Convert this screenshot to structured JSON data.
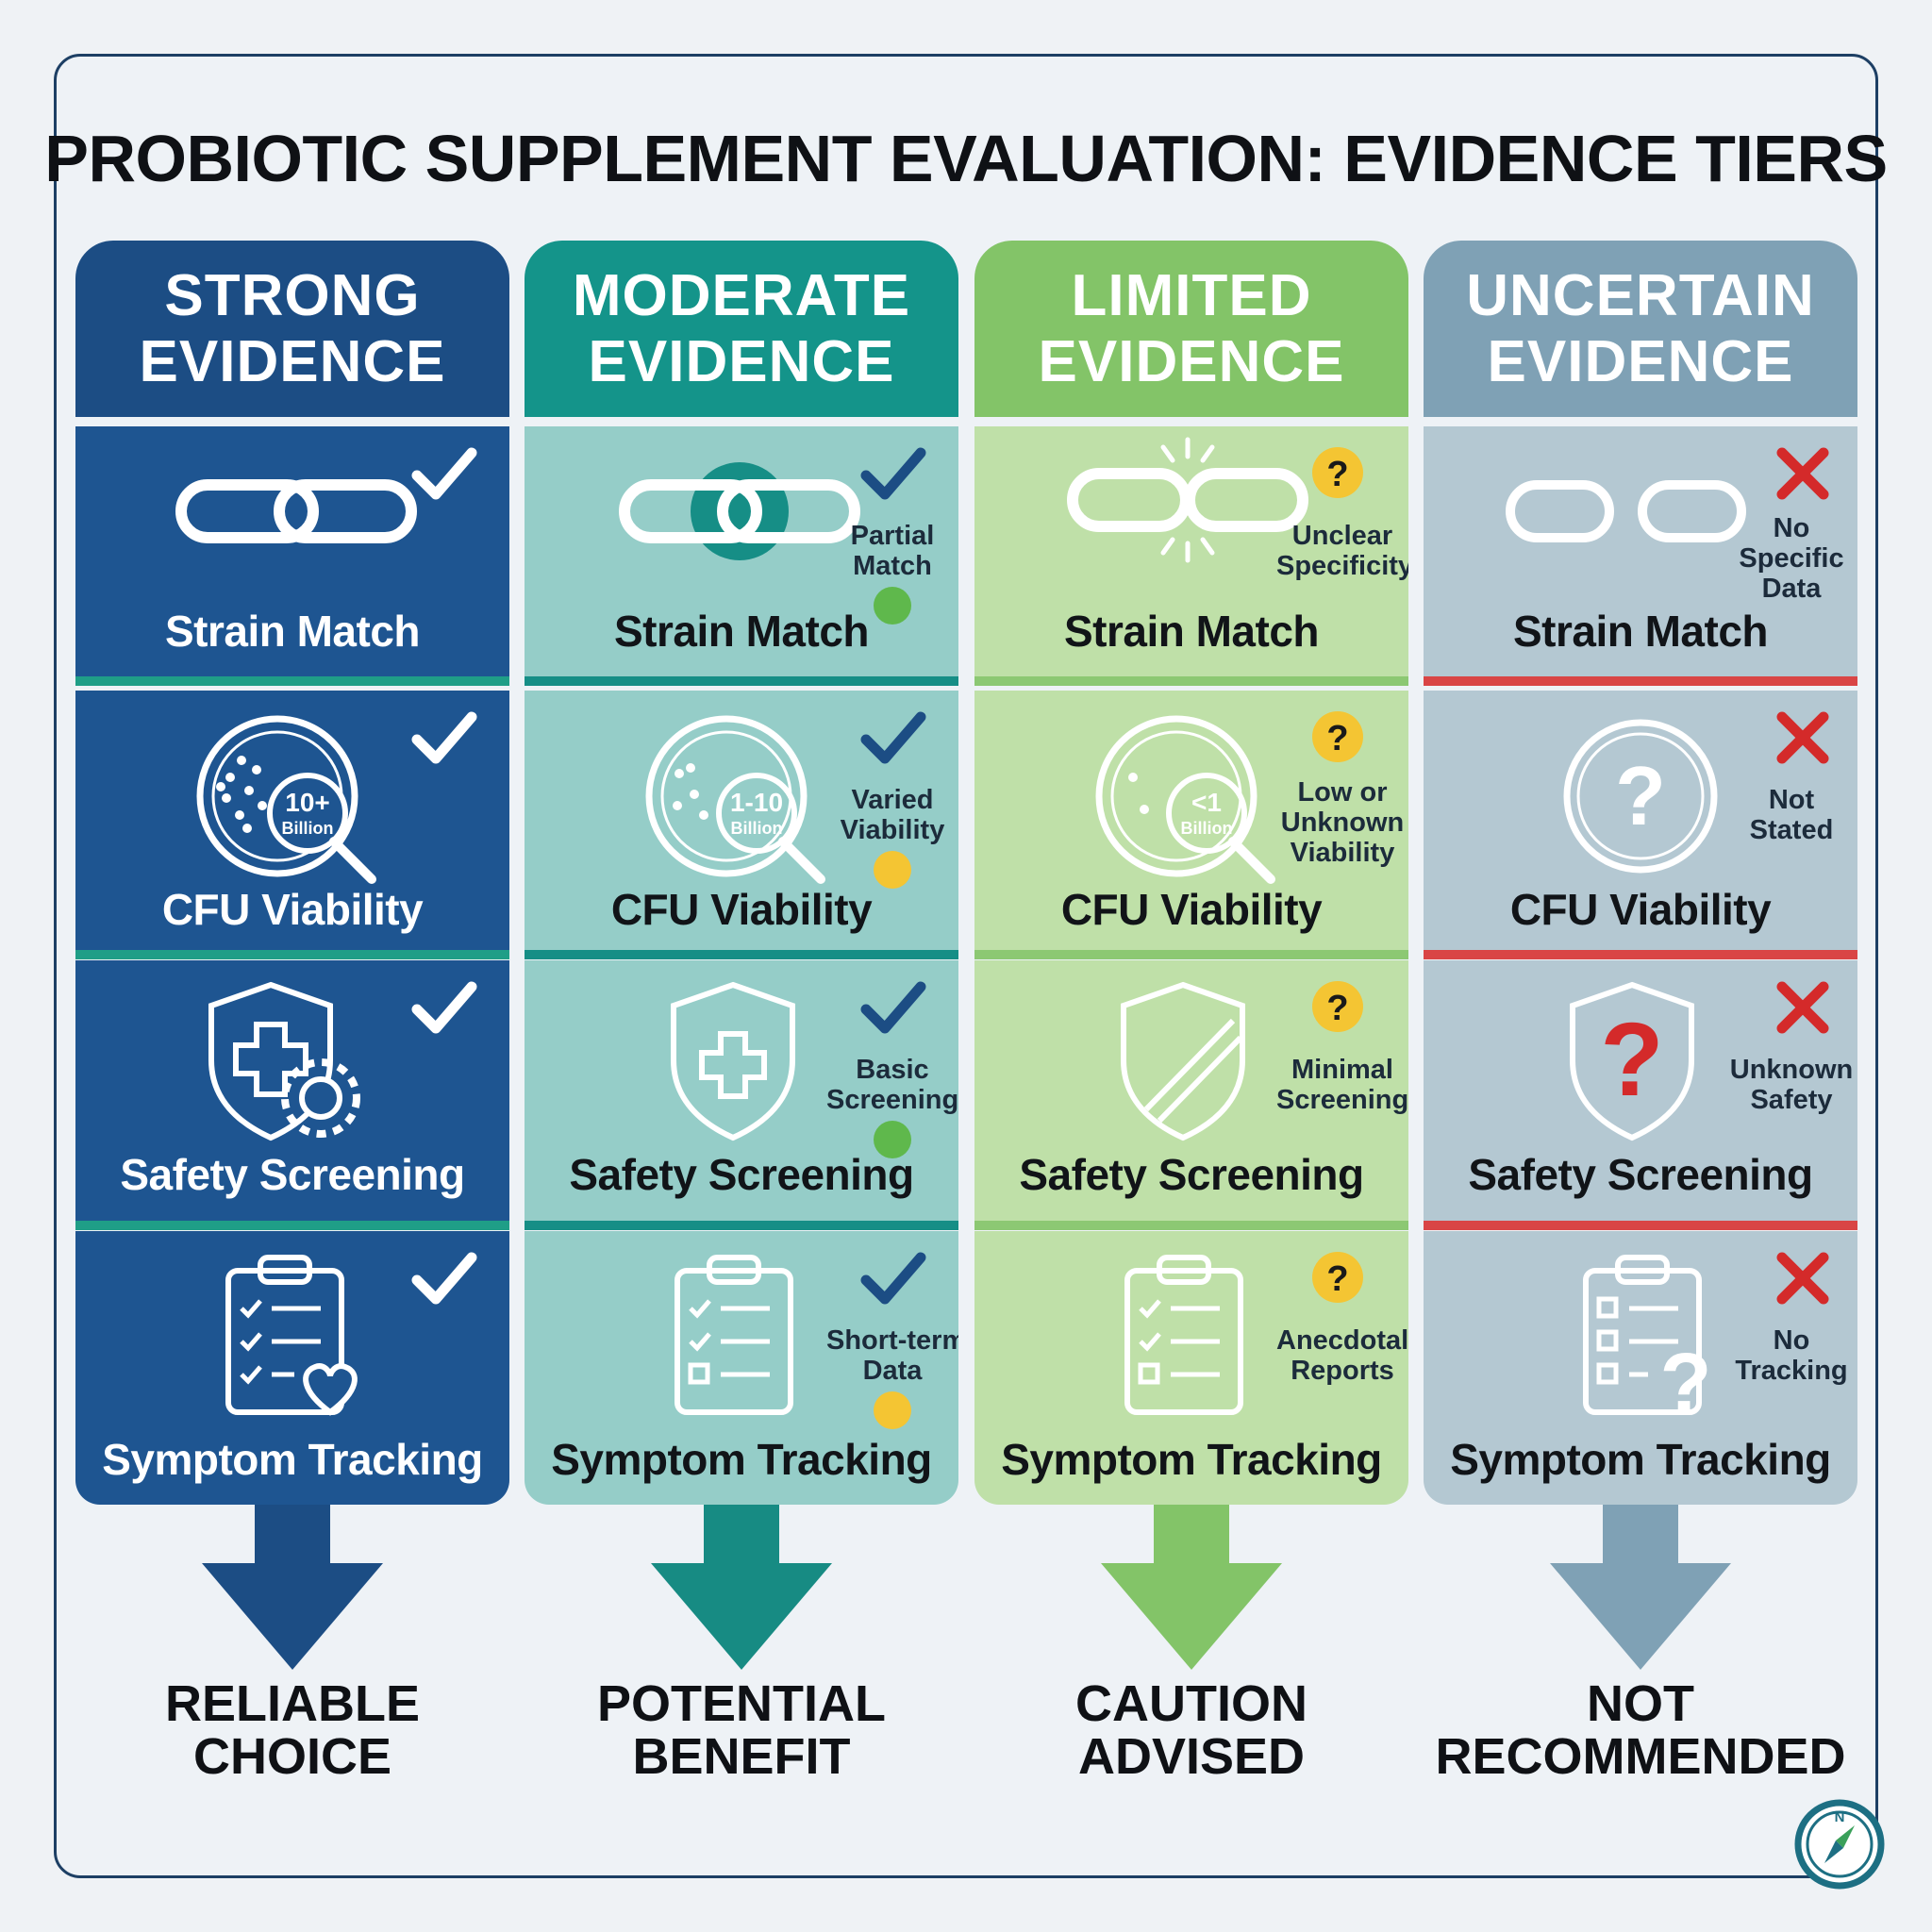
{
  "title": "PROBIOTIC SUPPLEMENT EVALUATION: EVIDENCE TIERS",
  "features": [
    "Strain Match",
    "CFU Viability",
    "Safety Screening",
    "Symptom Tracking"
  ],
  "tiers": [
    {
      "heading": [
        "STRONG",
        "EVIDENCE"
      ],
      "outcome": [
        "RELIABLE",
        "CHOICE"
      ],
      "colors": {
        "head": "#1c4d84",
        "cell": "#1e5591",
        "sep": "#1f9e87",
        "label": "#ffffff",
        "arrow": "#1c4d84"
      },
      "status": "check",
      "cfu_badge": [
        "10+",
        "Billion"
      ],
      "notes": []
    },
    {
      "heading": [
        "MODERATE",
        "EVIDENCE"
      ],
      "outcome": [
        "POTENTIAL",
        "BENEFIT"
      ],
      "colors": {
        "head": "#14948a",
        "cell": "#95cdc8",
        "sep": "#168e86",
        "label": "#111418",
        "arrow": "#178b83"
      },
      "status": "check",
      "cfu_badge": [
        "1-10",
        "Billion"
      ],
      "notes": [
        {
          "lines": [
            "Partial",
            "Match"
          ],
          "dot": "#5fb84c"
        },
        {
          "lines": [
            "Varied",
            "Viability"
          ],
          "dot": "#f4c533"
        },
        {
          "lines": [
            "Basic",
            "Screening"
          ],
          "dot": "#5fb84c"
        },
        {
          "lines": [
            "Short-term",
            "Data"
          ],
          "dot": "#f4c533"
        }
      ]
    },
    {
      "heading": [
        "LIMITED",
        "EVIDENCE"
      ],
      "outcome": [
        "CAUTION",
        "ADVISED"
      ],
      "colors": {
        "head": "#83c468",
        "cell": "#bfe0a8",
        "sep": "#8cc873",
        "label": "#111418",
        "arrow": "#83c468"
      },
      "status": "question",
      "cfu_badge": [
        "<1",
        "Billion"
      ],
      "notes": [
        {
          "lines": [
            "Unclear",
            "Specificity"
          ]
        },
        {
          "lines": [
            "Low or",
            "Unknown",
            "Viability"
          ]
        },
        {
          "lines": [
            "Minimal",
            "Screening"
          ]
        },
        {
          "lines": [
            "Anecdotal",
            "Reports"
          ]
        }
      ]
    },
    {
      "heading": [
        "UNCERTAIN",
        "EVIDENCE"
      ],
      "outcome": [
        "NOT",
        "RECOMMENDED"
      ],
      "colors": {
        "head": "#7fa1b5",
        "cell": "#b4c8d2",
        "sep": "#d94545",
        "label": "#111418",
        "arrow": "#7fa1b5"
      },
      "status": "cross",
      "cfu_badge": [
        "?"
      ],
      "notes": [
        {
          "lines": [
            "No",
            "Specific",
            "Data"
          ]
        },
        {
          "lines": [
            "Not",
            "Stated"
          ]
        },
        {
          "lines": [
            "Unknown",
            "Safety"
          ]
        },
        {
          "lines": [
            "No",
            "Tracking"
          ]
        }
      ]
    }
  ],
  "compass_letter": "N",
  "icons": [
    "chain-link-icon",
    "petri-dish-magnifier-icon",
    "shield-icon",
    "clipboard-checklist-icon",
    "check-icon",
    "question-icon",
    "cross-icon",
    "compass-icon"
  ]
}
